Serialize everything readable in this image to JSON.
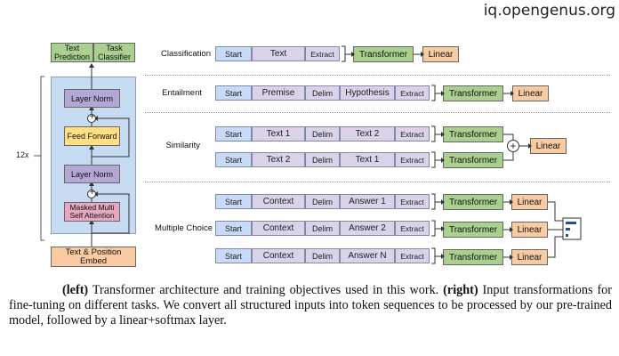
{
  "watermark": "iq.opengenus.org",
  "architecture": {
    "outputs": [
      "Text\nPrediction",
      "Task\nClassifier"
    ],
    "layer_norm_top": "Layer Norm",
    "feed_forward": "Feed Forward",
    "layer_norm_bottom": "Layer Norm",
    "attention": "Masked Multi\nSelf Attention",
    "repeat": "12x",
    "embed": "Text & Position Embed",
    "plus": "+"
  },
  "tasks": [
    {
      "name": "Classification",
      "rows": [
        {
          "segments": [
            "Start",
            "Text",
            "Extract"
          ],
          "transformer": "Transformer",
          "linear": "Linear"
        }
      ]
    },
    {
      "name": "Entailment",
      "rows": [
        {
          "segments": [
            "Start",
            "Premise",
            "Delim",
            "Hypothesis",
            "Extract"
          ],
          "transformer": "Transformer",
          "linear": "Linear"
        }
      ]
    },
    {
      "name": "Similarity",
      "rows": [
        {
          "segments": [
            "Start",
            "Text 1",
            "Delim",
            "Text 2",
            "Extract"
          ],
          "transformer": "Transformer"
        },
        {
          "segments": [
            "Start",
            "Text 2",
            "Delim",
            "Text 1",
            "Extract"
          ],
          "transformer": "Transformer"
        }
      ],
      "combine": "+",
      "linear": "Linear"
    },
    {
      "name": "Multiple Choice",
      "rows": [
        {
          "segments": [
            "Start",
            "Context",
            "Delim",
            "Answer 1",
            "Extract"
          ],
          "transformer": "Transformer",
          "linear": "Linear"
        },
        {
          "segments": [
            "Start",
            "Context",
            "Delim",
            "Answer 2",
            "Extract"
          ],
          "transformer": "Transformer",
          "linear": "Linear"
        },
        {
          "segments": [
            "Start",
            "Context",
            "Delim",
            "Answer N",
            "Extract"
          ],
          "transformer": "Transformer",
          "linear": "Linear"
        }
      ]
    }
  ],
  "caption": {
    "left_tag": "(left)",
    "part1": " Transformer architecture and training objectives used in this work. ",
    "right_tag": "(right)",
    "part2": " Input transformations for fine-tuning on different tasks. We convert all structured inputs into token sequences to be processed by our pre-trained model, followed by a linear+softmax layer."
  }
}
